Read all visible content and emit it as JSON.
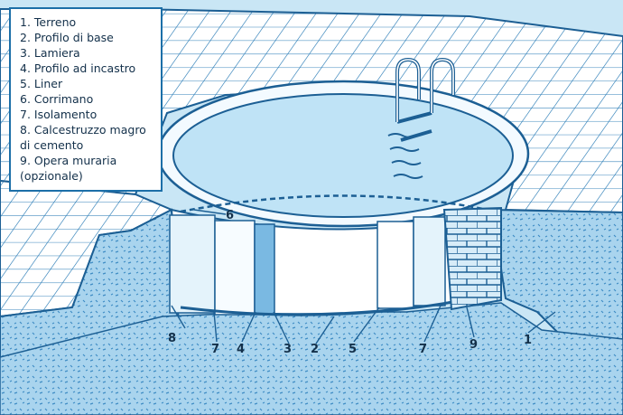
{
  "legend": {
    "items": [
      "1. Terreno",
      "2. Profilo di base",
      "3. Lamiera",
      "4. Profilo ad incastro",
      "5. Liner",
      "6. Corrimano",
      "7. Isolamento",
      "8. Calcestruzzo magro\ndi cemento",
      "9. Opera muraria\n(opzionale)"
    ]
  },
  "callouts": {
    "n1": "1",
    "n2": "2",
    "n3": "3",
    "n4": "4",
    "n5": "5",
    "n6": "6",
    "n7a": "7",
    "n7b": "7",
    "n8": "8",
    "n9": "9"
  },
  "colors": {
    "outline": "#1c5f94",
    "tile": "#ffffff",
    "ground": "#9fcdea",
    "water": "#bfe3f6",
    "wall": "#ffffff"
  }
}
